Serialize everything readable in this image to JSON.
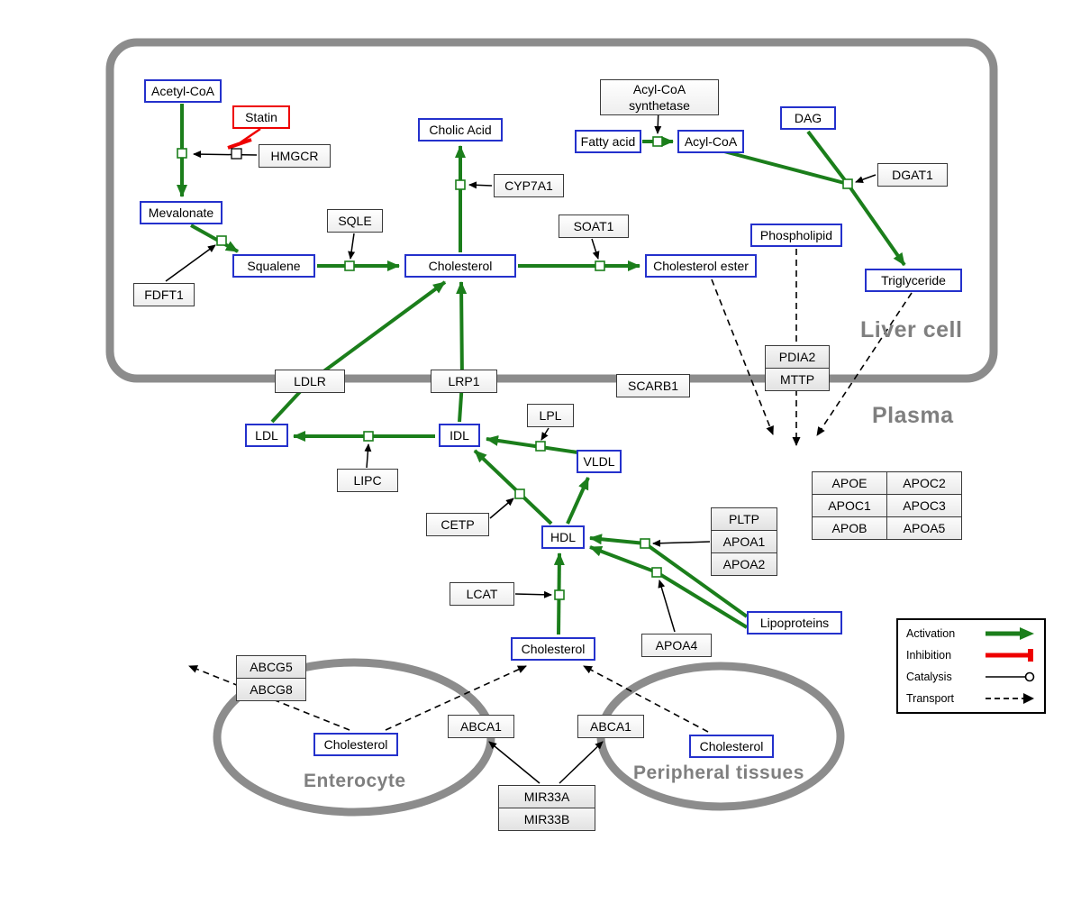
{
  "compartments": {
    "liver": "Liver cell",
    "plasma": "Plasma",
    "enterocyte": "Enterocyte",
    "peripheral": "Peripheral tissues"
  },
  "metabolites": {
    "acetyl_coa": "Acetyl-CoA",
    "mevalonate": "Mevalonate",
    "squalene": "Squalene",
    "cholesterol_liver": "Cholesterol",
    "cholic_acid": "Cholic Acid",
    "fatty_acid": "Fatty acid",
    "acyl_coa": "Acyl-CoA",
    "dag": "DAG",
    "cholesterol_ester": "Cholesterol ester",
    "phospholipid": "Phospholipid",
    "triglyceride": "Triglyceride",
    "ldl": "LDL",
    "idl": "IDL",
    "vldl": "VLDL",
    "hdl": "HDL",
    "cholesterol_plasma": "Cholesterol",
    "lipoproteins": "Lipoproteins",
    "cholesterol_enterocyte": "Cholesterol",
    "cholesterol_peripheral": "Cholesterol"
  },
  "drugs": {
    "statin": "Statin"
  },
  "genes": {
    "hmgcr": "HMGCR",
    "fdft1": "FDFT1",
    "sqle": "SQLE",
    "cyp7a1": "CYP7A1",
    "soat1": "SOAT1",
    "acyl_coa_synthetase": "Acyl-CoA synthetase",
    "dgat1": "DGAT1",
    "pdia2": "PDIA2",
    "mttp": "MTTP",
    "ldlr": "LDLR",
    "lrp1": "LRP1",
    "scarb1": "SCARB1",
    "lipc": "LIPC",
    "lpl": "LPL",
    "cetp": "CETP",
    "lcat": "LCAT",
    "pltp": "PLTP",
    "apoa1": "APOA1",
    "apoa2": "APOA2",
    "apoa4": "APOA4",
    "abcg5": "ABCG5",
    "abcg8": "ABCG8",
    "abca1_enterocyte": "ABCA1",
    "abca1_peripheral": "ABCA1",
    "mir33a": "MIR33A",
    "mir33b": "MIR33B"
  },
  "apo_table": {
    "rows": [
      [
        "APOE",
        "APOC2"
      ],
      [
        "APOC1",
        "APOC3"
      ],
      [
        "APOB",
        "APOA5"
      ]
    ]
  },
  "legend": {
    "activation": "Activation",
    "inhibition": "Inhibition",
    "catalysis": "Catalysis",
    "transport": "Transport"
  },
  "colors": {
    "metabolite_border": "#2431cc",
    "activation_green": "#1b7e1b",
    "inhibition_red": "#ee0000",
    "membrane_gray": "#8c8c8c"
  }
}
